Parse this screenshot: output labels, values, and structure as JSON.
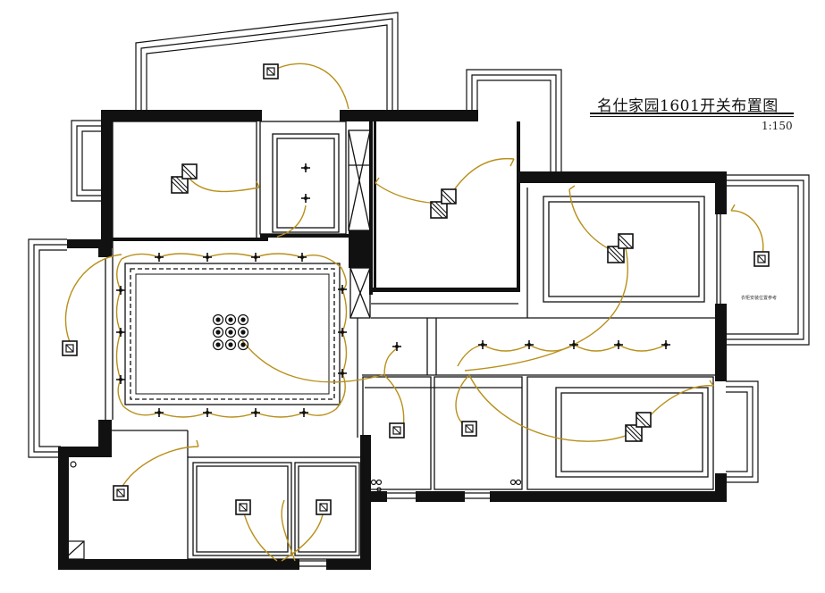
{
  "title": "名仕家园1601开关布置图",
  "scale": "1:150",
  "room_note": "衣柜安装位置参考",
  "colors": {
    "wall": "#111111",
    "wiring": "#b8901a",
    "background": "#ffffff"
  },
  "icons": [
    "light-box-icon",
    "double-switch-icon",
    "lamp-cross-icon",
    "chandelier-icon",
    "socket-icon"
  ]
}
